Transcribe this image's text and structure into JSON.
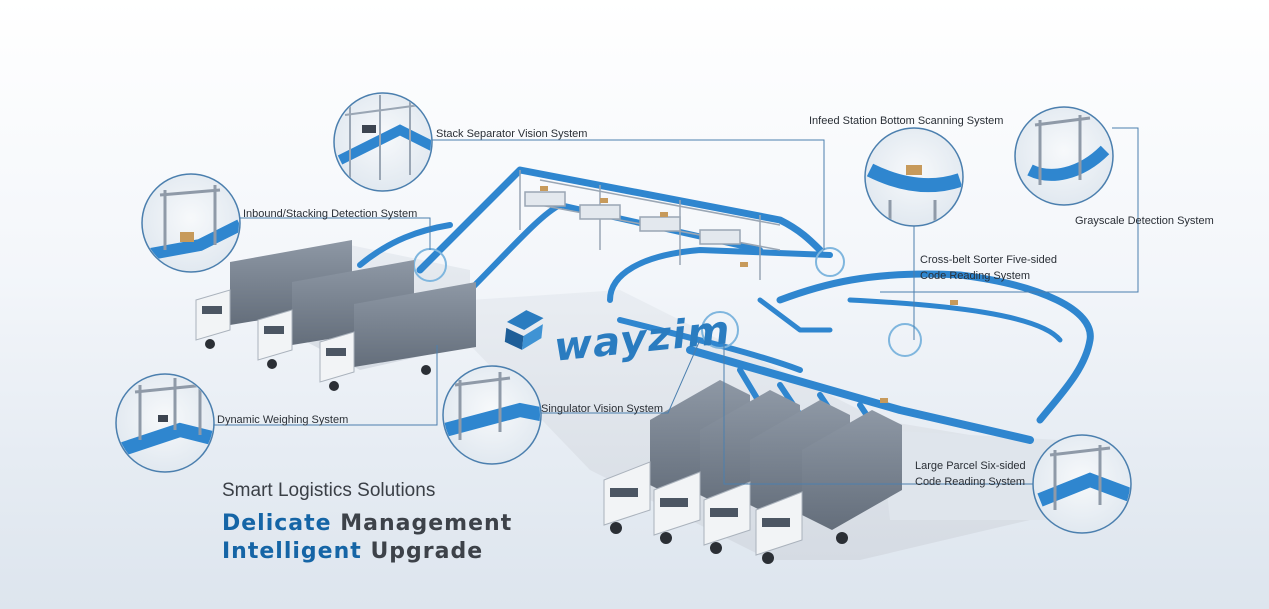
{
  "labels": {
    "stack_separator": "Stack Separator Vision System",
    "inbound_stacking": "Inbound/Stacking Detection System",
    "dynamic_weighing": "Dynamic  Weighing  System",
    "singulator": "Singulator Vision System",
    "infeed_station": "Infeed Station Bottom Scanning System",
    "grayscale": "Grayscale Detection System",
    "cross_belt_line1": "Cross-belt Sorter Five-sided",
    "cross_belt_line2": "Code Reading System",
    "large_parcel_line1": "Large Parcel Six-sided",
    "large_parcel_line2": "Code Reading System"
  },
  "brand": {
    "name": "wayzim"
  },
  "tagline": "Smart Logistics Solutions",
  "headline": {
    "line1_accent": "Delicate",
    "line1_rest": "Management",
    "line2_accent": "Intelligent",
    "line2_rest": "Upgrade"
  },
  "colors": {
    "accent_blue": "#1565a6",
    "conveyor_blue": "#2f86cf",
    "truck_gray": "#7d8794",
    "leader_line": "#4b7fae"
  }
}
